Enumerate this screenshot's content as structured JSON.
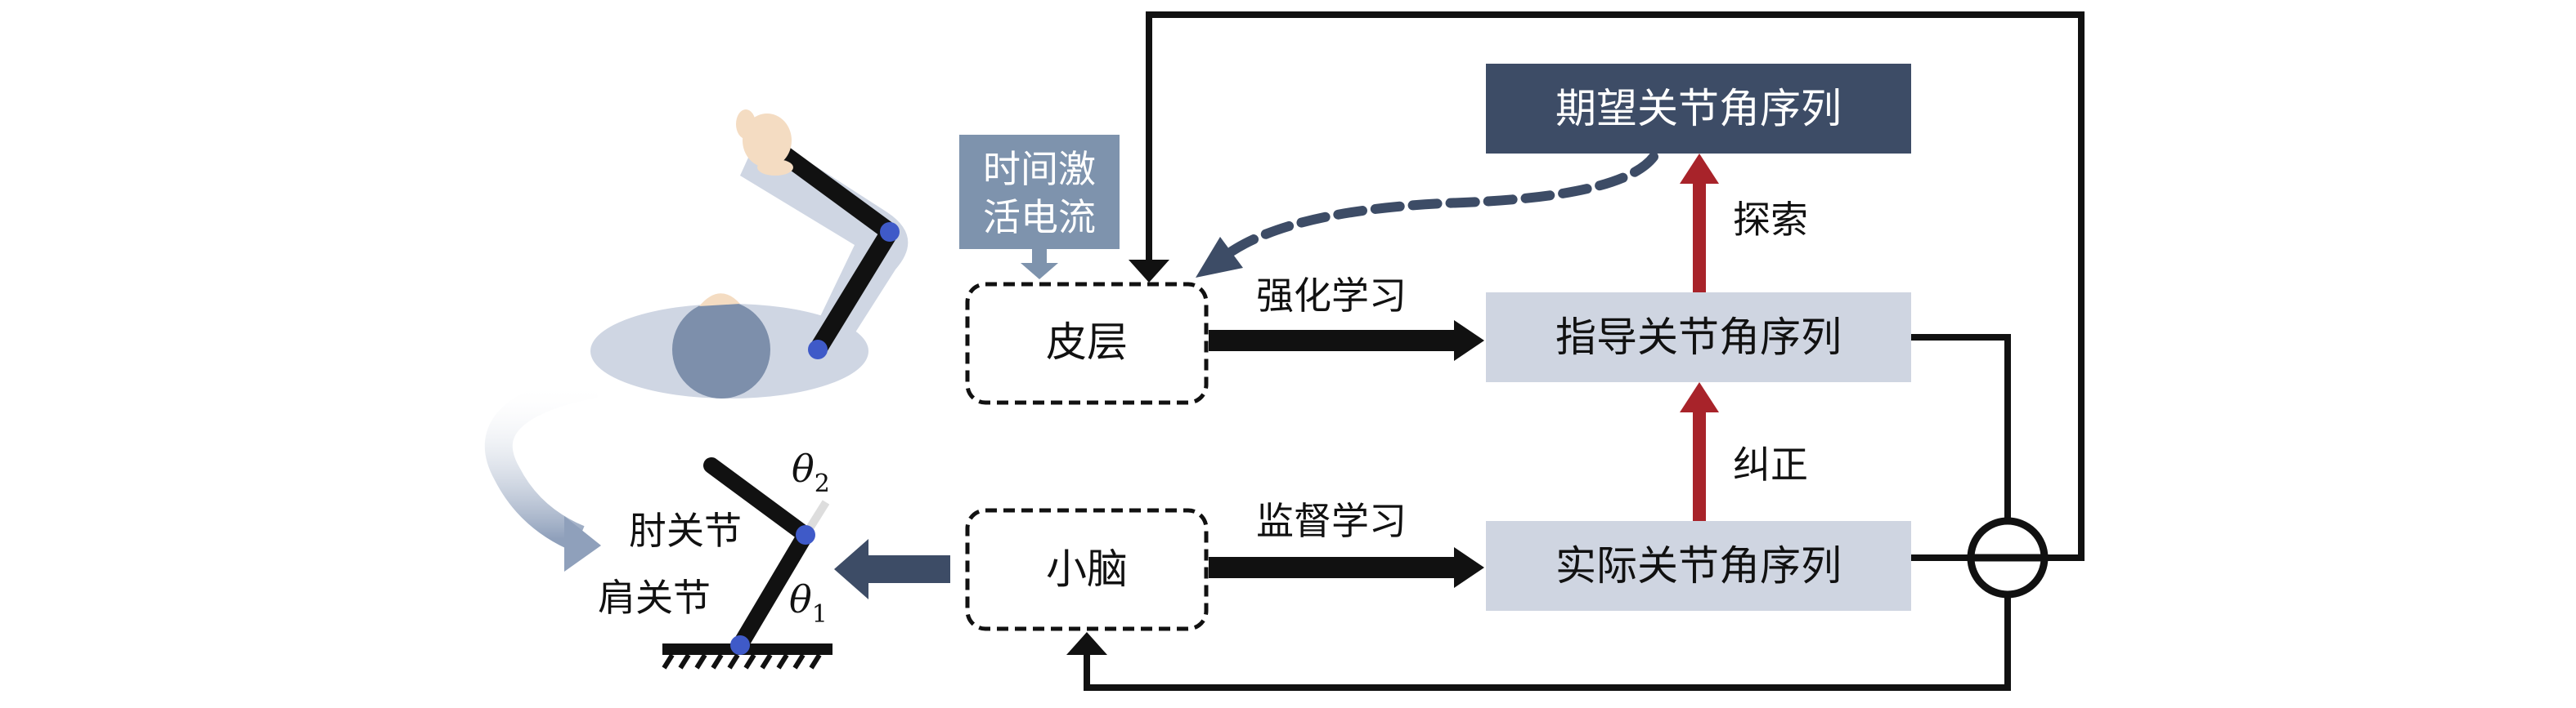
{
  "nodes": {
    "desired_joint_sequence": "期望关节角序列",
    "time_activation_current": [
      "时间激",
      "活电流"
    ],
    "cortex": "皮层",
    "guided_joint_sequence": "指导关节角序列",
    "cerebellum": "小脑",
    "actual_joint_sequence": "实际关节角序列"
  },
  "edges": {
    "reinforcement_learning": "强化学习",
    "supervised_learning": "监督学习",
    "explore": "探索",
    "correct": "纠正"
  },
  "arm_labels": {
    "elbow_joint": "肘关节",
    "shoulder_joint": "肩关节",
    "theta2": {
      "base": "θ",
      "sub": "2"
    },
    "theta1": {
      "base": "θ",
      "sub": "1"
    }
  },
  "colors": {
    "dark_navy": "#3d4c66",
    "slate_blue": "#7e93ad",
    "light_box": "#cfd5e1",
    "red_arrow": "#a8232a",
    "black": "#111111",
    "joint_dot": "#3f5ac8",
    "hand": "#f4dcc2"
  }
}
